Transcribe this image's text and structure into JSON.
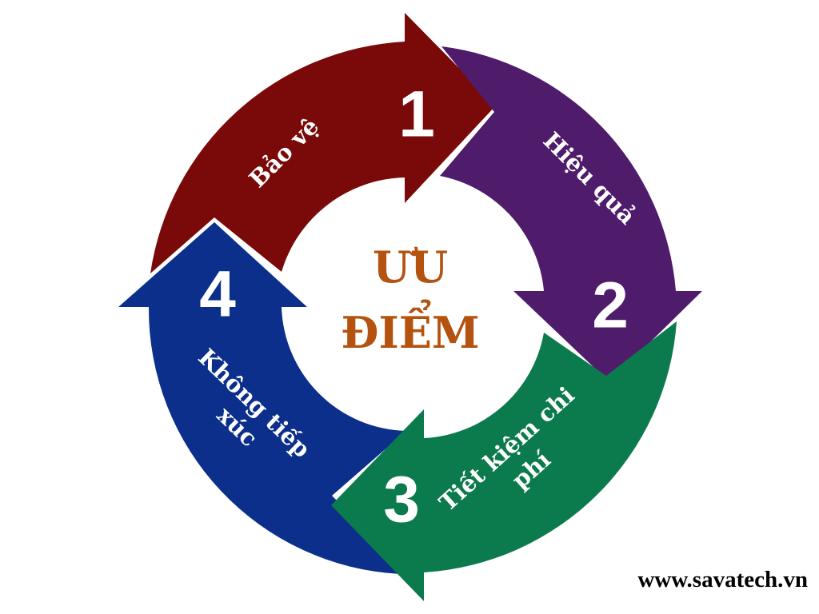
{
  "center": {
    "line1": "ƯU",
    "line2": "ĐIỂM",
    "color": "#b4520f"
  },
  "segments": [
    {
      "number": "1",
      "label_lines": [
        "Bảo vệ"
      ],
      "color": "#7a0a0a"
    },
    {
      "number": "2",
      "label_lines": [
        "Hiệu quả"
      ],
      "color": "#4f1c6b"
    },
    {
      "number": "3",
      "label_lines": [
        "Tiết kiệm chi",
        "phí"
      ],
      "color": "#0b7a4c"
    },
    {
      "number": "4",
      "label_lines": [
        "Không tiếp",
        "xúc"
      ],
      "color": "#0b2f8a"
    }
  ],
  "footer": {
    "url": "www.savatech.vn"
  }
}
